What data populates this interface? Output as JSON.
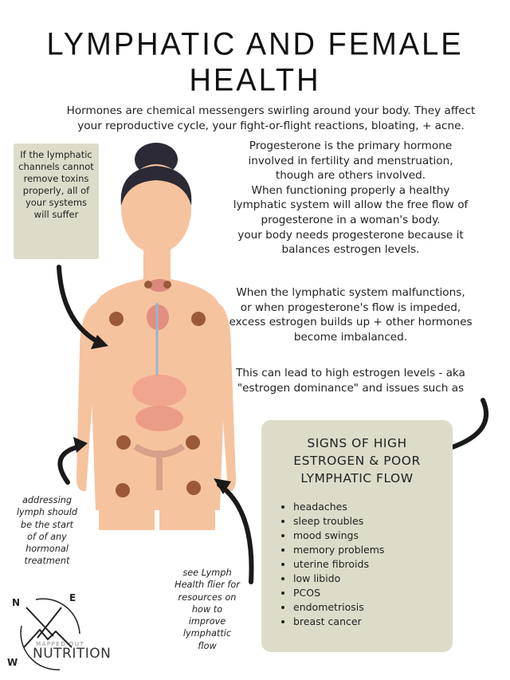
{
  "title": "LYMPHATIC AND FEMALE HEALTH",
  "intro": [
    "Hormones are chemical messengers swirling around your body. They affect",
    "your reproductive cycle, your fight-or-flight reactions, bloating, + acne."
  ],
  "progesterone": [
    "Progesterone is the primary hormone",
    "involved in fertility and menstruation,",
    "though are others involved.",
    "When functioning properly a healthy",
    "lymphatic system will allow the free flow of",
    "progesterone in a woman's body.",
    "your body needs progesterone because it",
    "balances estrogen levels."
  ],
  "malfunction": [
    "When the lymphatic system malfunctions,",
    "or when progesterone's flow is impeded,",
    "excess estrogen builds up + other hormones",
    "become imbalanced."
  ],
  "lead": [
    "This can lead to high estrogen levels - aka",
    "\"estrogen dominance\" and issues such as"
  ],
  "left_box": "If the lymphatic channels cannot remove toxins properly, all of your systems will suffer",
  "signs": {
    "heading": "SIGNS OF HIGH ESTROGEN & POOR LYMPHATIC FLOW",
    "items": [
      "headaches",
      "sleep troubles",
      "mood swings",
      "memory problems",
      "uterine fibroids",
      "low libido",
      "PCOS",
      "endometriosis",
      "breast cancer"
    ]
  },
  "note_left": "addressing lymph should be the start of of any hormonal treatment",
  "note_right": "see Lymph Health flier for resources on how to improve lymphattic flow",
  "logo": {
    "top": "MAPPED OUT",
    "main": "NUTRITION",
    "compass": [
      "N",
      "E",
      "W"
    ]
  },
  "colors": {
    "skin": "#f6c39f",
    "box": "#dcdcc9",
    "hair": "#2b2a35"
  }
}
